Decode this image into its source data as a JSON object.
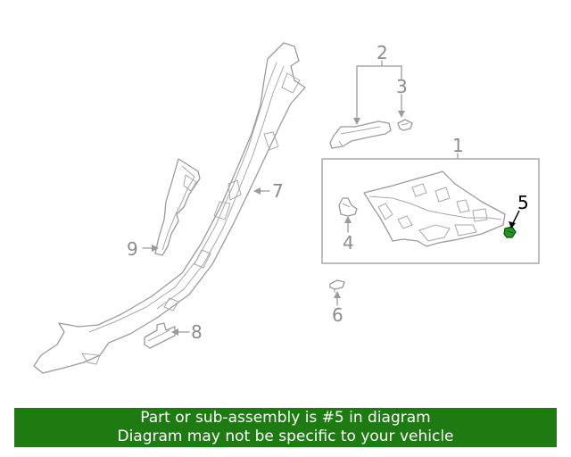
{
  "callouts": {
    "c1": "1",
    "c2": "2",
    "c3": "3",
    "c4": "4",
    "c5": "5",
    "c6": "6",
    "c7": "7",
    "c8": "8",
    "c9": "9"
  },
  "banner": {
    "line1": "Part or sub-assembly is #5 in diagram",
    "line2": "Diagram may not be specific to your vehicle"
  },
  "colors": {
    "banner_bg": "#1e7b12",
    "highlight_part": "#1f9a1f",
    "line_art": "#9a9a9a"
  }
}
